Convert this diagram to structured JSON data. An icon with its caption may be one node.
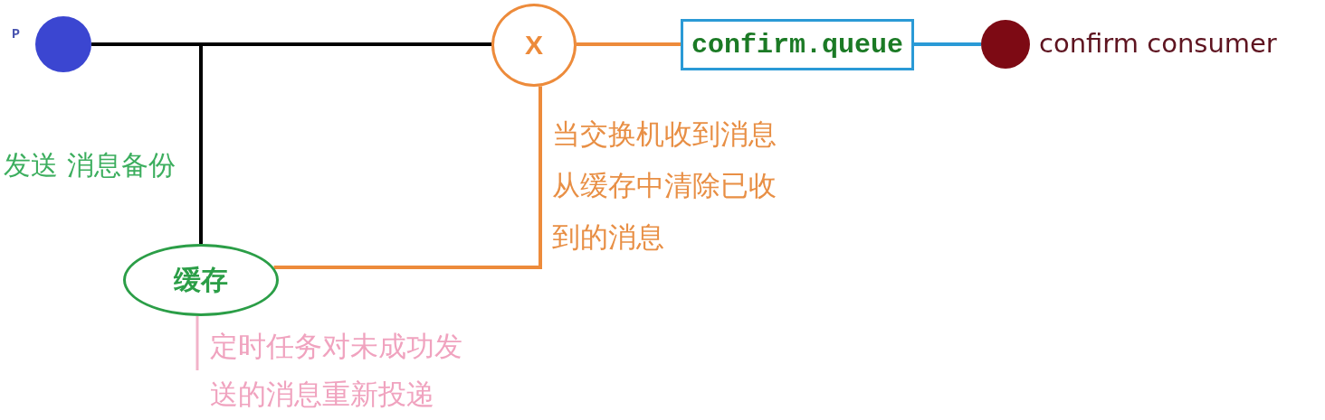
{
  "diagram": {
    "nodes": [
      {
        "text": [],
        "shape": "circle",
        "beside": [
          "P"
        ]
      },
      {
        "text": [
          "X"
        ]
      },
      {
        "text": [
          "confirm.queue"
        ]
      },
      {
        "text": [],
        "shape": "circle",
        "beside": [
          "confirm consumer"
        ]
      },
      {
        "text": [
          "缓存"
        ]
      },
      {
        "text": [
          "定时任务对未成功发送的消息重新投递"
        ]
      }
    ],
    "edges": [
      {
        "from": 0,
        "to": 1,
        "arrow": "none",
        "color": "#000000"
      },
      {
        "from": 0,
        "to": 4,
        "arrow": "none",
        "label": "发送 消息备份",
        "color": "#000000"
      },
      {
        "from": 1,
        "to": 2,
        "arrow": "none",
        "color": "#ed8b3b"
      },
      {
        "from": 2,
        "to": 3,
        "arrow": "none",
        "color": "#2a9ad6"
      },
      {
        "from": 1,
        "to": 4,
        "arrow": "none",
        "label": "当交换机收到消息从缓存中清除已收到的消息",
        "color": "#ed8b3b"
      },
      {
        "from": 4,
        "to": 5,
        "arrow": "none",
        "color": "#f2b3c9"
      }
    ]
  }
}
